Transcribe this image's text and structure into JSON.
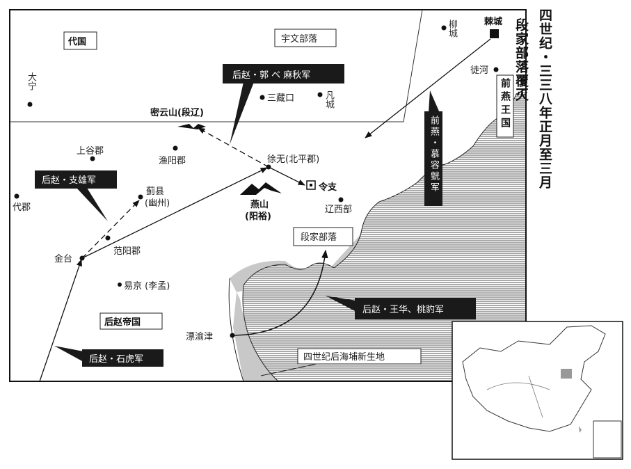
{
  "title": {
    "line1": "四世纪・三三八年正月至三月",
    "line2": "段家部落覆灭"
  },
  "regions": {
    "daiguo": "代国",
    "yuwen": "宇文部落",
    "houzhao_empire": "后赵帝国",
    "duanjia": "段家部落",
    "qianyan": "前燕王国",
    "new_land": "四世纪后海埔新生地"
  },
  "armies": {
    "guo_maqiu": "后赵・郭 ベ 麻秋军",
    "zhixiong": "后赵・支雄军",
    "shihu": "后赵・石虎军",
    "wanghua": "后赵・王华、桃豹军",
    "murong": "前燕・慕容皝军"
  },
  "places": {
    "daning": "大宁",
    "sanzangkou": "三藏口",
    "fancheng": "凡城",
    "miyunshan": "密云山(段辽)",
    "shanggu": "上谷郡",
    "yuyang": "渔阳郡",
    "xuwu": "徐无(北平郡)",
    "lingzhi": "令支",
    "yanshan": "燕山",
    "yangyu": "(阳裕)",
    "liaoxi": "辽西部",
    "jixian": "蓟县",
    "youzhou": "(幽州)",
    "daijun": "代郡",
    "jintai": "金台",
    "fanyang": "范阳郡",
    "yijing": "易京 (李孟)",
    "piaoyujin": "漂渝津",
    "jicheng": "棘城",
    "liucheng": "柳城",
    "tuhe": "徒河"
  },
  "colors": {
    "sea_hatch": "#555555",
    "new_land": "#c8c8c8",
    "label_bg": "#1a1a1a"
  }
}
